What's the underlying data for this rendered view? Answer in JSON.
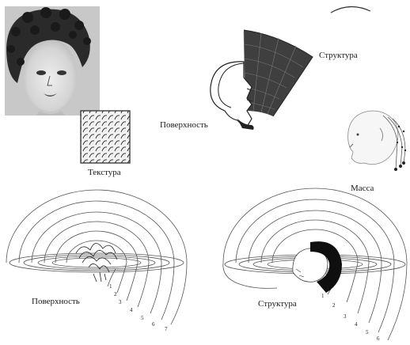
{
  "labels": {
    "structure_top": "Структура",
    "surface_top": "Поверхность",
    "texture": "Текстура",
    "mass": "Масса",
    "surface_bottom": "Поверхность",
    "structure_bottom": "Структура"
  },
  "bottom_diagrams": {
    "left_numbers": [
      "1",
      "2",
      "3",
      "4",
      "5",
      "6",
      "7"
    ],
    "right_numbers": [
      "1",
      "2",
      "3",
      "4",
      "5",
      "6"
    ]
  }
}
